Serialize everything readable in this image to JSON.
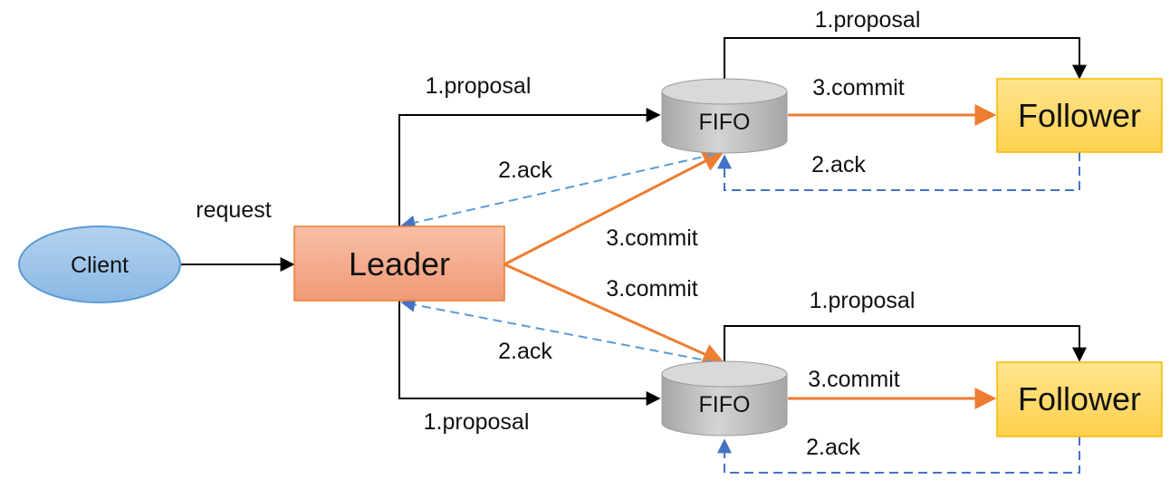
{
  "nodes": {
    "client": "Client",
    "leader": "Leader",
    "fifo_top": "FIFO",
    "fifo_bottom": "FIFO",
    "follower_top": "Follower",
    "follower_bottom": "Follower"
  },
  "labels": {
    "request": "request",
    "proposal_leader_top": "1.proposal",
    "proposal_fifo_top": "1.proposal",
    "proposal_leader_bottom": "1.proposal",
    "proposal_fifo_bottom": "1.proposal",
    "commit_fifo_top": "3.commit",
    "commit_fifo_bottom": "3.commit",
    "commit_leader_top": "3.commit",
    "commit_leader_bottom": "3.commit",
    "ack_follower_top": "2.ack",
    "ack_follower_bottom": "2.ack",
    "ack_leader_top": "2.ack",
    "ack_leader_bottom": "2.ack"
  },
  "colors": {
    "client_fill": "#9dc3e6",
    "client_stroke": "#5b9bd5",
    "leader_fill": "#f4a582",
    "leader_stroke": "#ed7d31",
    "follower_fill": "#ffd966",
    "follower_stroke": "#f5b800",
    "fifo_fill": "#bfbfbf",
    "proposal_arrow": "#000000",
    "commit_arrow": "#ed7d31",
    "ack_arrow": "#5b9bd5"
  }
}
